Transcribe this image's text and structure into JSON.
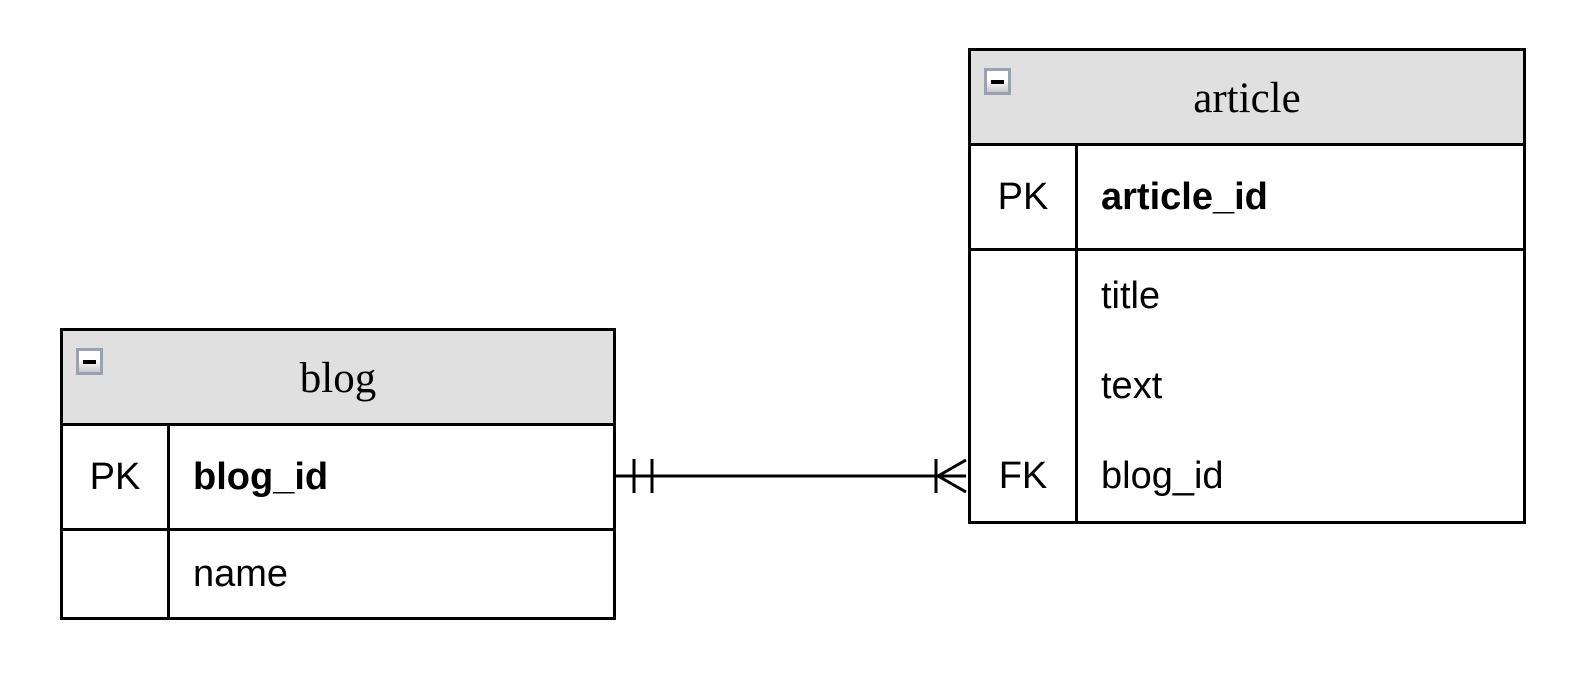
{
  "colors": {
    "background": "#ffffff",
    "line": "#000000",
    "entity_border": "#000000",
    "header_fill": "#e0e0e0",
    "collapse_button_border": "#99a2b4",
    "text": "#000000"
  },
  "entities": [
    {
      "name": "blog",
      "collapse_icon": "minus",
      "sections": [
        {
          "rows": [
            {
              "key": "PK",
              "attr": "blog_id",
              "bold": true
            }
          ]
        },
        {
          "rows": [
            {
              "key": "",
              "attr": "name",
              "bold": false
            }
          ]
        }
      ]
    },
    {
      "name": "article",
      "collapse_icon": "minus",
      "sections": [
        {
          "rows": [
            {
              "key": "PK",
              "attr": "article_id",
              "bold": true
            }
          ]
        },
        {
          "rows": [
            {
              "key": "",
              "attr": "title",
              "bold": false
            },
            {
              "key": "",
              "attr": "text",
              "bold": false
            },
            {
              "key": "FK",
              "attr": "blog_id",
              "bold": false
            }
          ]
        }
      ]
    }
  ],
  "relationship": {
    "from_entity": "blog",
    "to_entity": "article",
    "from_cardinality": "exactly one (||)",
    "to_cardinality": "one or many (crow's foot with bar)"
  }
}
